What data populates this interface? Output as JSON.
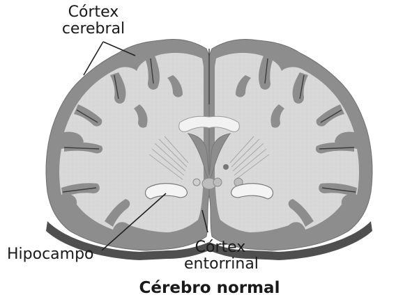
{
  "labels": {
    "cortex_cerebral": [
      "Córtex",
      "cerebral"
    ],
    "hipocampo": "Hipocampo",
    "cortex_entorrinal": [
      "Córtex",
      "entorrinal"
    ]
  },
  "caption": "Cérebro normal",
  "colors": {
    "cortex": "#8f8f8f",
    "white_matter": "#d7d7d7",
    "shadow": "#555555",
    "line": "#222222"
  }
}
